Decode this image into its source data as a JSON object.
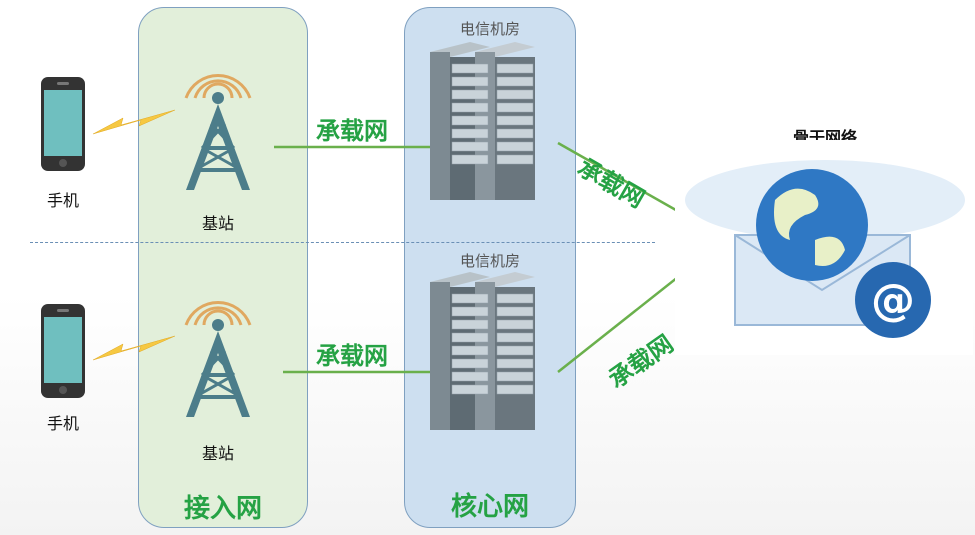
{
  "zones": {
    "access": "接入网",
    "core": "核心网"
  },
  "phone_label": "手机",
  "station_label": "基站",
  "room_label": "电信机房",
  "carrier_label": "承载网",
  "backbone_label": "骨干网络",
  "colors": {
    "access_bg": "#e2efda",
    "core_bg": "#cddff0",
    "green": "#25a244",
    "line": "#6ab04c"
  }
}
